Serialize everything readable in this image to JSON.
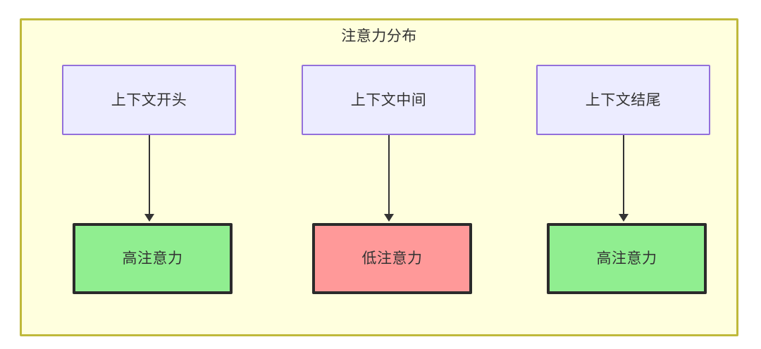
{
  "diagram": {
    "title": "注意力分布",
    "type": "flowchart",
    "container": {
      "label": "注意力分布",
      "fill": "#ffffde",
      "stroke": "#bfb93a"
    },
    "nodes": [
      {
        "id": "ctx-start",
        "label": "上下文开头",
        "role": "context-segment",
        "fill": "#ececff",
        "stroke": "#9370db",
        "column": 1,
        "row": "top"
      },
      {
        "id": "ctx-middle",
        "label": "上下文中间",
        "role": "context-segment",
        "fill": "#ececff",
        "stroke": "#9370db",
        "column": 2,
        "row": "top"
      },
      {
        "id": "ctx-end",
        "label": "上下文结尾",
        "role": "context-segment",
        "fill": "#ececff",
        "stroke": "#9370db",
        "column": 3,
        "row": "top"
      },
      {
        "id": "attn-high-start",
        "label": "高注意力",
        "role": "attention-level",
        "fill": "#90ee90",
        "stroke": "#2b2b2b",
        "column": 1,
        "row": "bottom"
      },
      {
        "id": "attn-low-middle",
        "label": "低注意力",
        "role": "attention-level",
        "fill": "#ff9999",
        "stroke": "#2b2b2b",
        "column": 2,
        "row": "bottom"
      },
      {
        "id": "attn-high-end",
        "label": "高注意力",
        "role": "attention-level",
        "fill": "#90ee90",
        "stroke": "#2b2b2b",
        "column": 3,
        "row": "bottom"
      }
    ],
    "edges": [
      {
        "from": "ctx-start",
        "to": "attn-high-start",
        "label": "",
        "arrow": "down"
      },
      {
        "from": "ctx-middle",
        "to": "attn-low-middle",
        "label": "",
        "arrow": "down"
      },
      {
        "from": "ctx-end",
        "to": "attn-high-end",
        "label": "",
        "arrow": "down"
      }
    ]
  }
}
